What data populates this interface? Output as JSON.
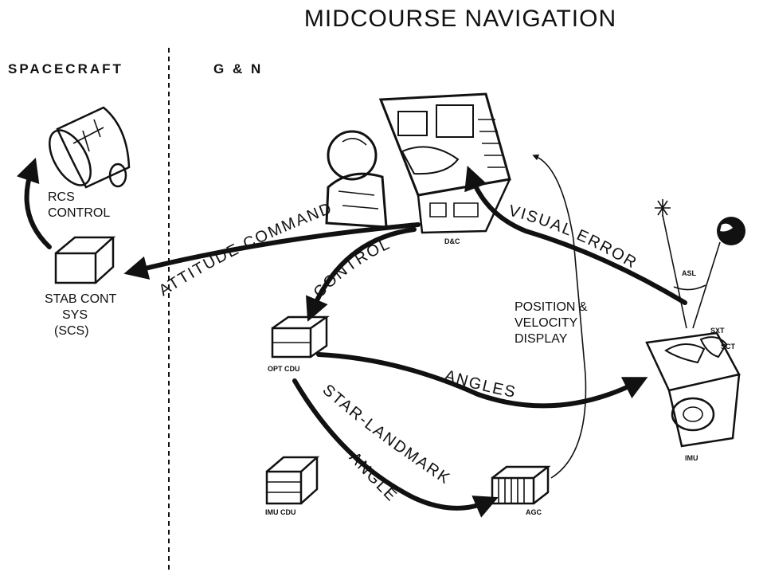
{
  "diagram": {
    "title": "MIDCOURSE NAVIGATION",
    "sections": {
      "spacecraft": "SPACECRAFT",
      "gn": "G & N"
    },
    "nodes": {
      "rcs_control": [
        "RCS",
        "CONTROL"
      ],
      "scs": [
        "STAB CONT",
        "SYS",
        "(SCS)"
      ],
      "dsky": "D&C",
      "opt_cdu": "OPT CDU",
      "imu_cdu": "IMU CDU",
      "agc": "AGC",
      "imu": "IMU",
      "sxt": "SXT",
      "sct": "SCT",
      "asl": "ASL",
      "position_display": [
        "POSITION &",
        "VELOCITY",
        "DISPLAY"
      ]
    },
    "flows": {
      "attitude_command": "ATTITUDE COMMAND",
      "control": "CONTROL",
      "visual_error": "VISUAL ERROR",
      "angles": "ANGLES",
      "star_landmark": "STAR-LANDMARK",
      "angle": "ANGLE"
    }
  }
}
